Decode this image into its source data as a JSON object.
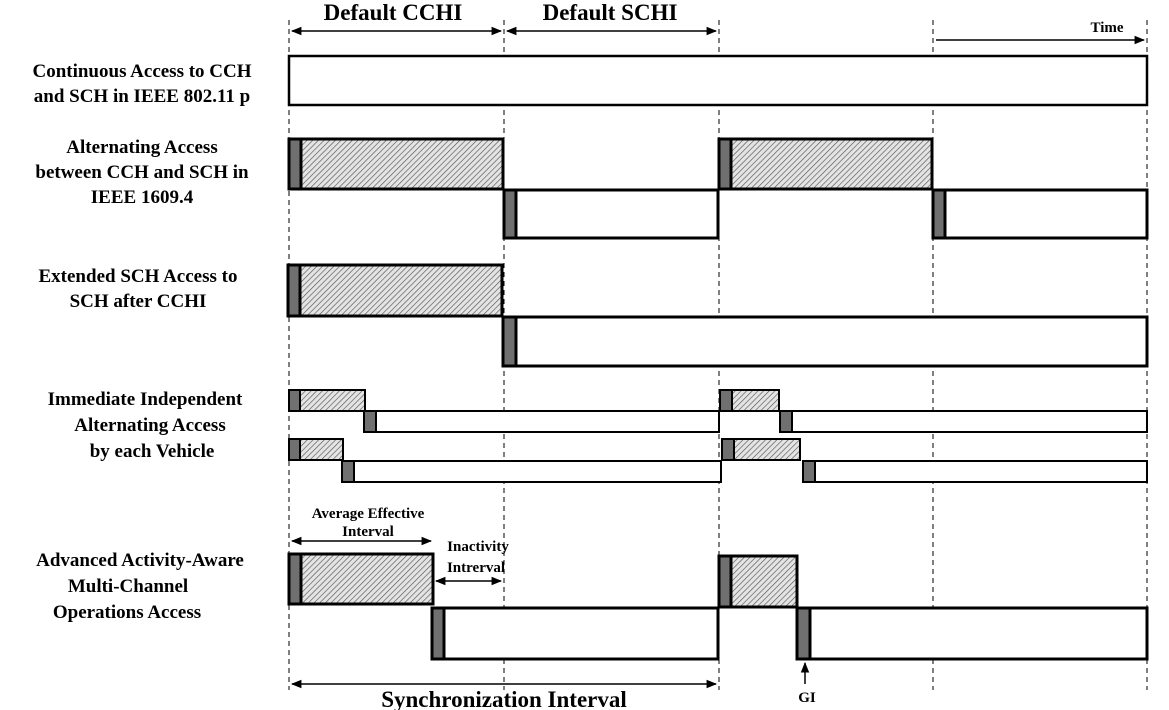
{
  "header": {
    "default_cchi": "Default CCHI",
    "default_schi": "Default SCHI",
    "time": "Time"
  },
  "rows": [
    {
      "id": "continuous",
      "label_lines": [
        "Continuous Access to CCH",
        "and SCH in IEEE 802.11 p"
      ]
    },
    {
      "id": "alternating",
      "label_lines": [
        "Alternating Access",
        "between CCH and SCH in",
        "IEEE 1609.4"
      ]
    },
    {
      "id": "extended",
      "label_lines": [
        "Extended SCH Access to",
        "SCH after CCHI"
      ]
    },
    {
      "id": "immediate",
      "label_lines": [
        "Immediate Independent",
        "Alternating Access",
        "by each Vehicle"
      ]
    },
    {
      "id": "advanced",
      "label_lines": [
        "Advanced Activity-Aware",
        "Multi-Channel",
        "Operations Access"
      ]
    }
  ],
  "annotations": {
    "average_effective_interval": [
      "Average Effective",
      "Interval"
    ],
    "inactivity_interval": [
      "Inactivity",
      "Intrerval"
    ],
    "synchronization_interval": "Synchronization Interval",
    "gi": "GI"
  },
  "colors": {
    "stroke": "#000000",
    "guard": "#707070",
    "hatch_bg": "#e6e6e6"
  }
}
